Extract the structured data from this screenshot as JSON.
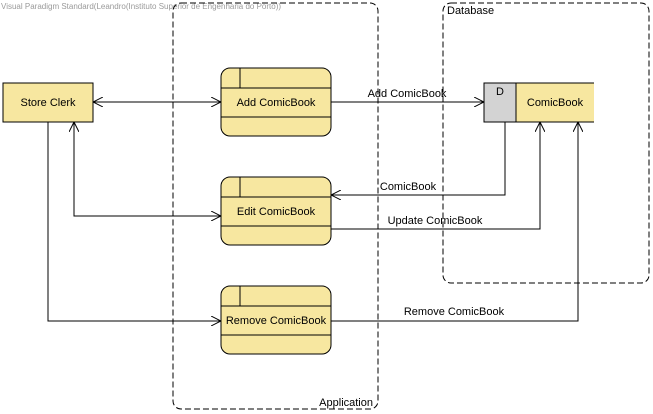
{
  "watermark": "Visual Paradigm Standard(Leandro(Instituto Superior de Engenharia do Porto))",
  "boundaries": {
    "application": "Application",
    "database": "Database"
  },
  "entity": {
    "label": "Store Clerk"
  },
  "processes": {
    "add": "Add ComicBook",
    "edit": "Edit ComicBook",
    "remove": "Remove ComicBook"
  },
  "datastore": {
    "id": "D",
    "label": "ComicBook"
  },
  "flows": {
    "add_to_store": "Add ComicBook",
    "store_to_edit": "ComicBook",
    "edit_to_store": "Update ComicBook",
    "remove_to_store": "Remove ComicBook"
  },
  "colors": {
    "fill": "#f7e7a0",
    "stroke": "#000000",
    "store_id_fill": "#d3d3d3",
    "boundary": "#000000"
  }
}
